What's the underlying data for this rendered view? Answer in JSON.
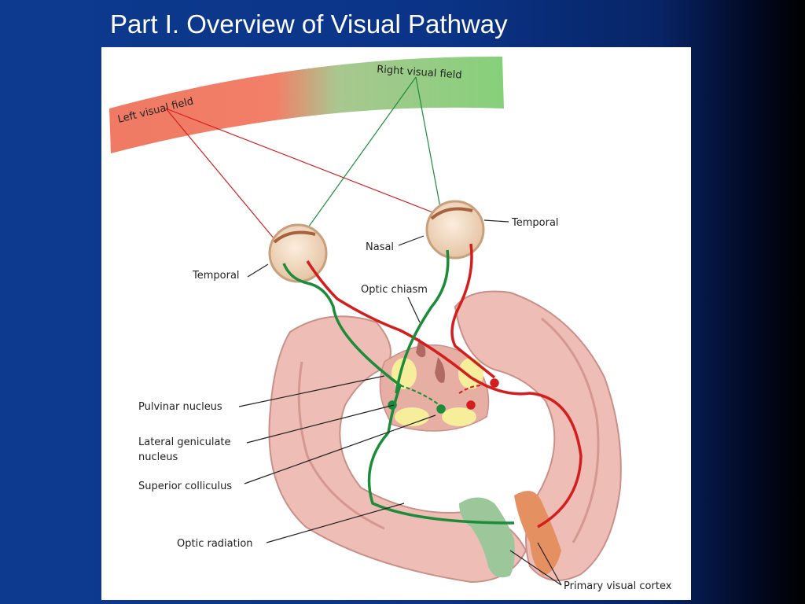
{
  "slide": {
    "title": "Part I. Overview of Visual Pathway"
  },
  "diagram": {
    "left_field_label": "Left visual field",
    "right_field_label": "Right visual field",
    "labels": {
      "temporal_right": "Temporal",
      "nasal": "Nasal",
      "temporal_left": "Temporal",
      "optic_chiasm": "Optic chiasm",
      "pulvinar_nucleus": "Pulvinar nucleus",
      "lateral_geniculate_line1": "Lateral geniculate",
      "lateral_geniculate_line2": "nucleus",
      "superior_colliculus": "Superior colliculus",
      "optic_radiation": "Optic radiation",
      "primary_visual_cortex": "Primary visual cortex"
    },
    "colors": {
      "left_field": "#f07a64",
      "right_field": "#86d07a",
      "red_path": "#d41e1e",
      "green_path": "#1c8c3a",
      "brain": "#eebdb5",
      "brain_edge": "#c89088"
    }
  }
}
